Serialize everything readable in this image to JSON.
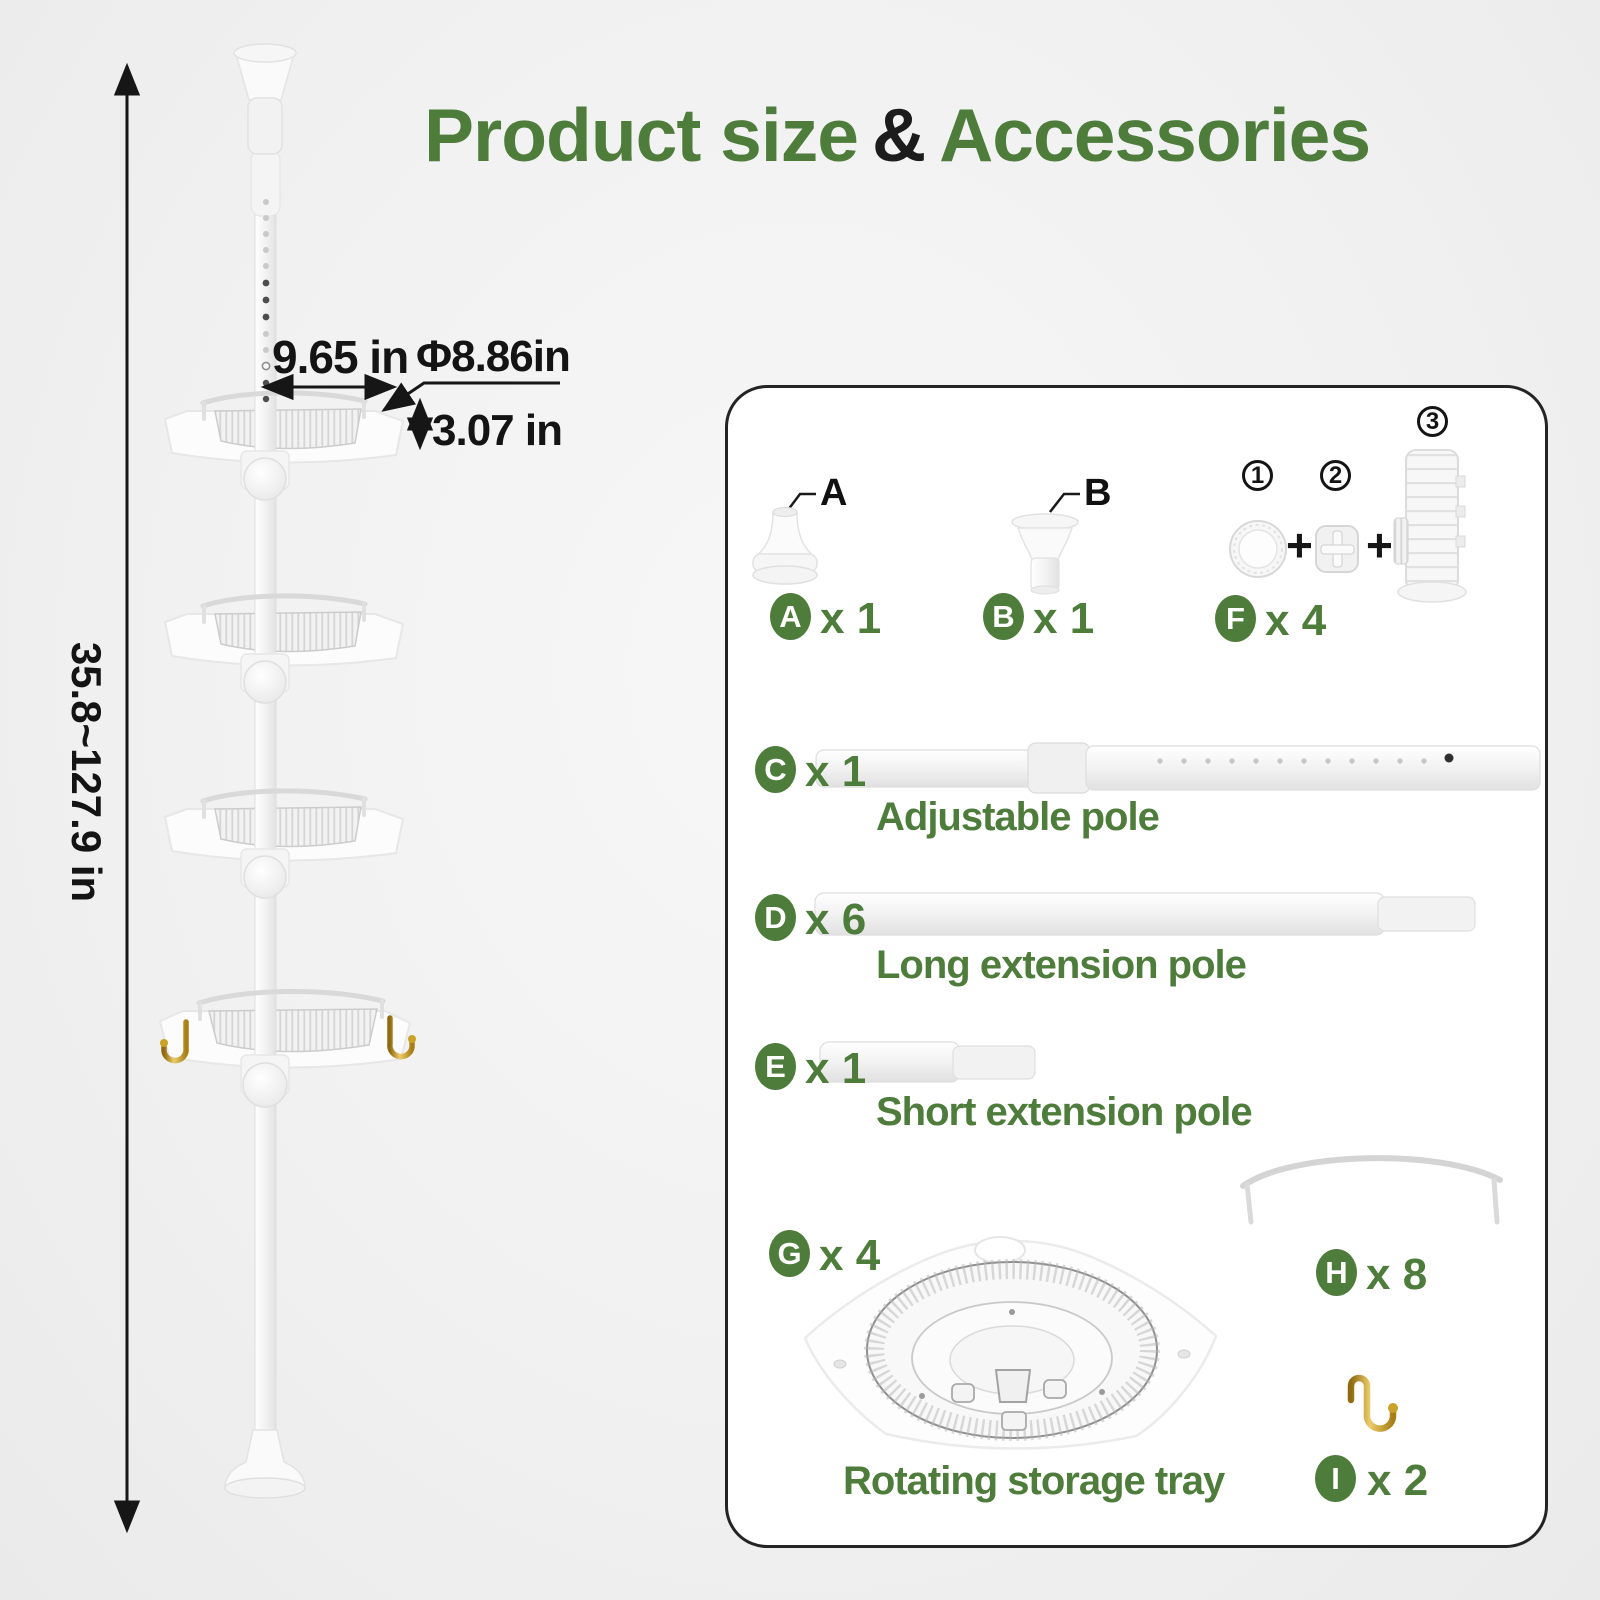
{
  "title": {
    "part1": "Product size",
    "amp": "&",
    "part2": "Accessories"
  },
  "dimensions": {
    "top_width": "9.65 in",
    "tray_diameter": "Φ8.86in",
    "tray_height": "3.07 in",
    "pole_height": "35.8~127.9 in"
  },
  "panel": {
    "items": {
      "A": {
        "letter": "A",
        "count": "x 1",
        "callout": "A"
      },
      "B": {
        "letter": "B",
        "count": "x 1",
        "callout": "B"
      },
      "F": {
        "letter": "F",
        "count": "x 4",
        "part_numbers": [
          "1",
          "2",
          "3"
        ],
        "plus": "+"
      },
      "C": {
        "letter": "C",
        "count": "x 1",
        "label": "Adjustable pole"
      },
      "D": {
        "letter": "D",
        "count": "x 6",
        "label": "Long extension pole"
      },
      "E": {
        "letter": "E",
        "count": "x 1",
        "label": "Short extension pole"
      },
      "G": {
        "letter": "G",
        "count": "x 4",
        "label": "Rotating storage tray"
      },
      "H": {
        "letter": "H",
        "count": "x 8"
      },
      "I": {
        "letter": "I",
        "count": "x 2"
      }
    }
  },
  "colors": {
    "green": "#4d7c3b",
    "ink": "#161616",
    "gold": "#c9a227"
  }
}
